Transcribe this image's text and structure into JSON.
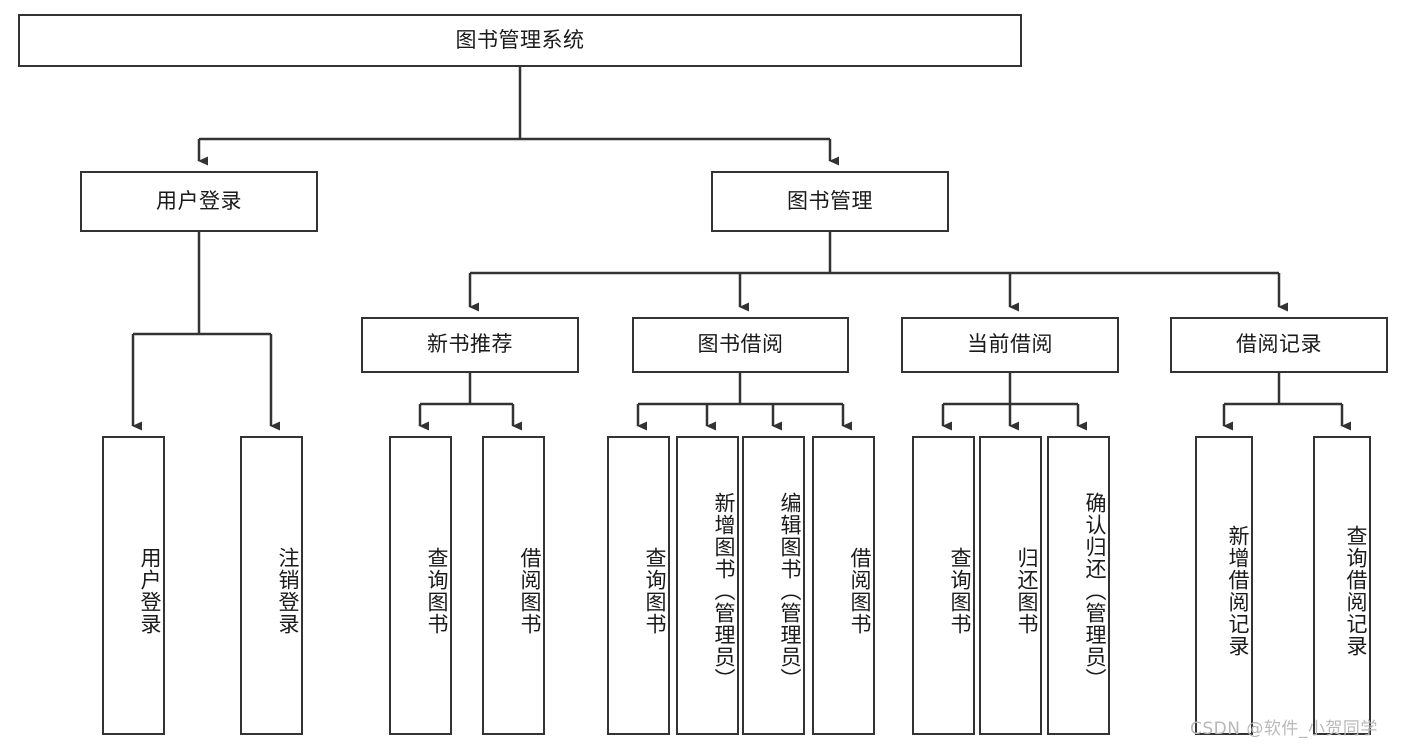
{
  "diagram": {
    "title": "图书管理系统",
    "type": "tree-hierarchy",
    "watermark": "CSDN @软件_小贺同学",
    "colors": {
      "background": "#ffffff",
      "box_border": "#333333",
      "connector": "#333333",
      "text": "#1a1a1a",
      "watermark": "#b9b9b9"
    },
    "root": {
      "label": "图书管理系统"
    },
    "level2": [
      {
        "label": "用户登录"
      },
      {
        "label": "图书管理"
      }
    ],
    "level3": [
      {
        "label": "新书推荐"
      },
      {
        "label": "图书借阅"
      },
      {
        "label": "当前借阅"
      },
      {
        "label": "借阅记录"
      }
    ],
    "leaves": {
      "user_login": [
        {
          "label": "用户登录"
        },
        {
          "label": "注销登录"
        }
      ],
      "new_book_recommend": [
        {
          "label": "查询图书"
        },
        {
          "label": "借阅图书"
        }
      ],
      "book_borrow": [
        {
          "label": "查询图书"
        },
        {
          "label": "新增图书（管理员）"
        },
        {
          "label": "编辑图书（管理员）"
        },
        {
          "label": "借阅图书"
        }
      ],
      "current_borrow": [
        {
          "label": "查询图书"
        },
        {
          "label": "归还图书"
        },
        {
          "label": "确认归还（管理员）"
        }
      ],
      "borrow_record": [
        {
          "label": "新增借阅记录"
        },
        {
          "label": "查询借阅记录"
        }
      ]
    }
  }
}
